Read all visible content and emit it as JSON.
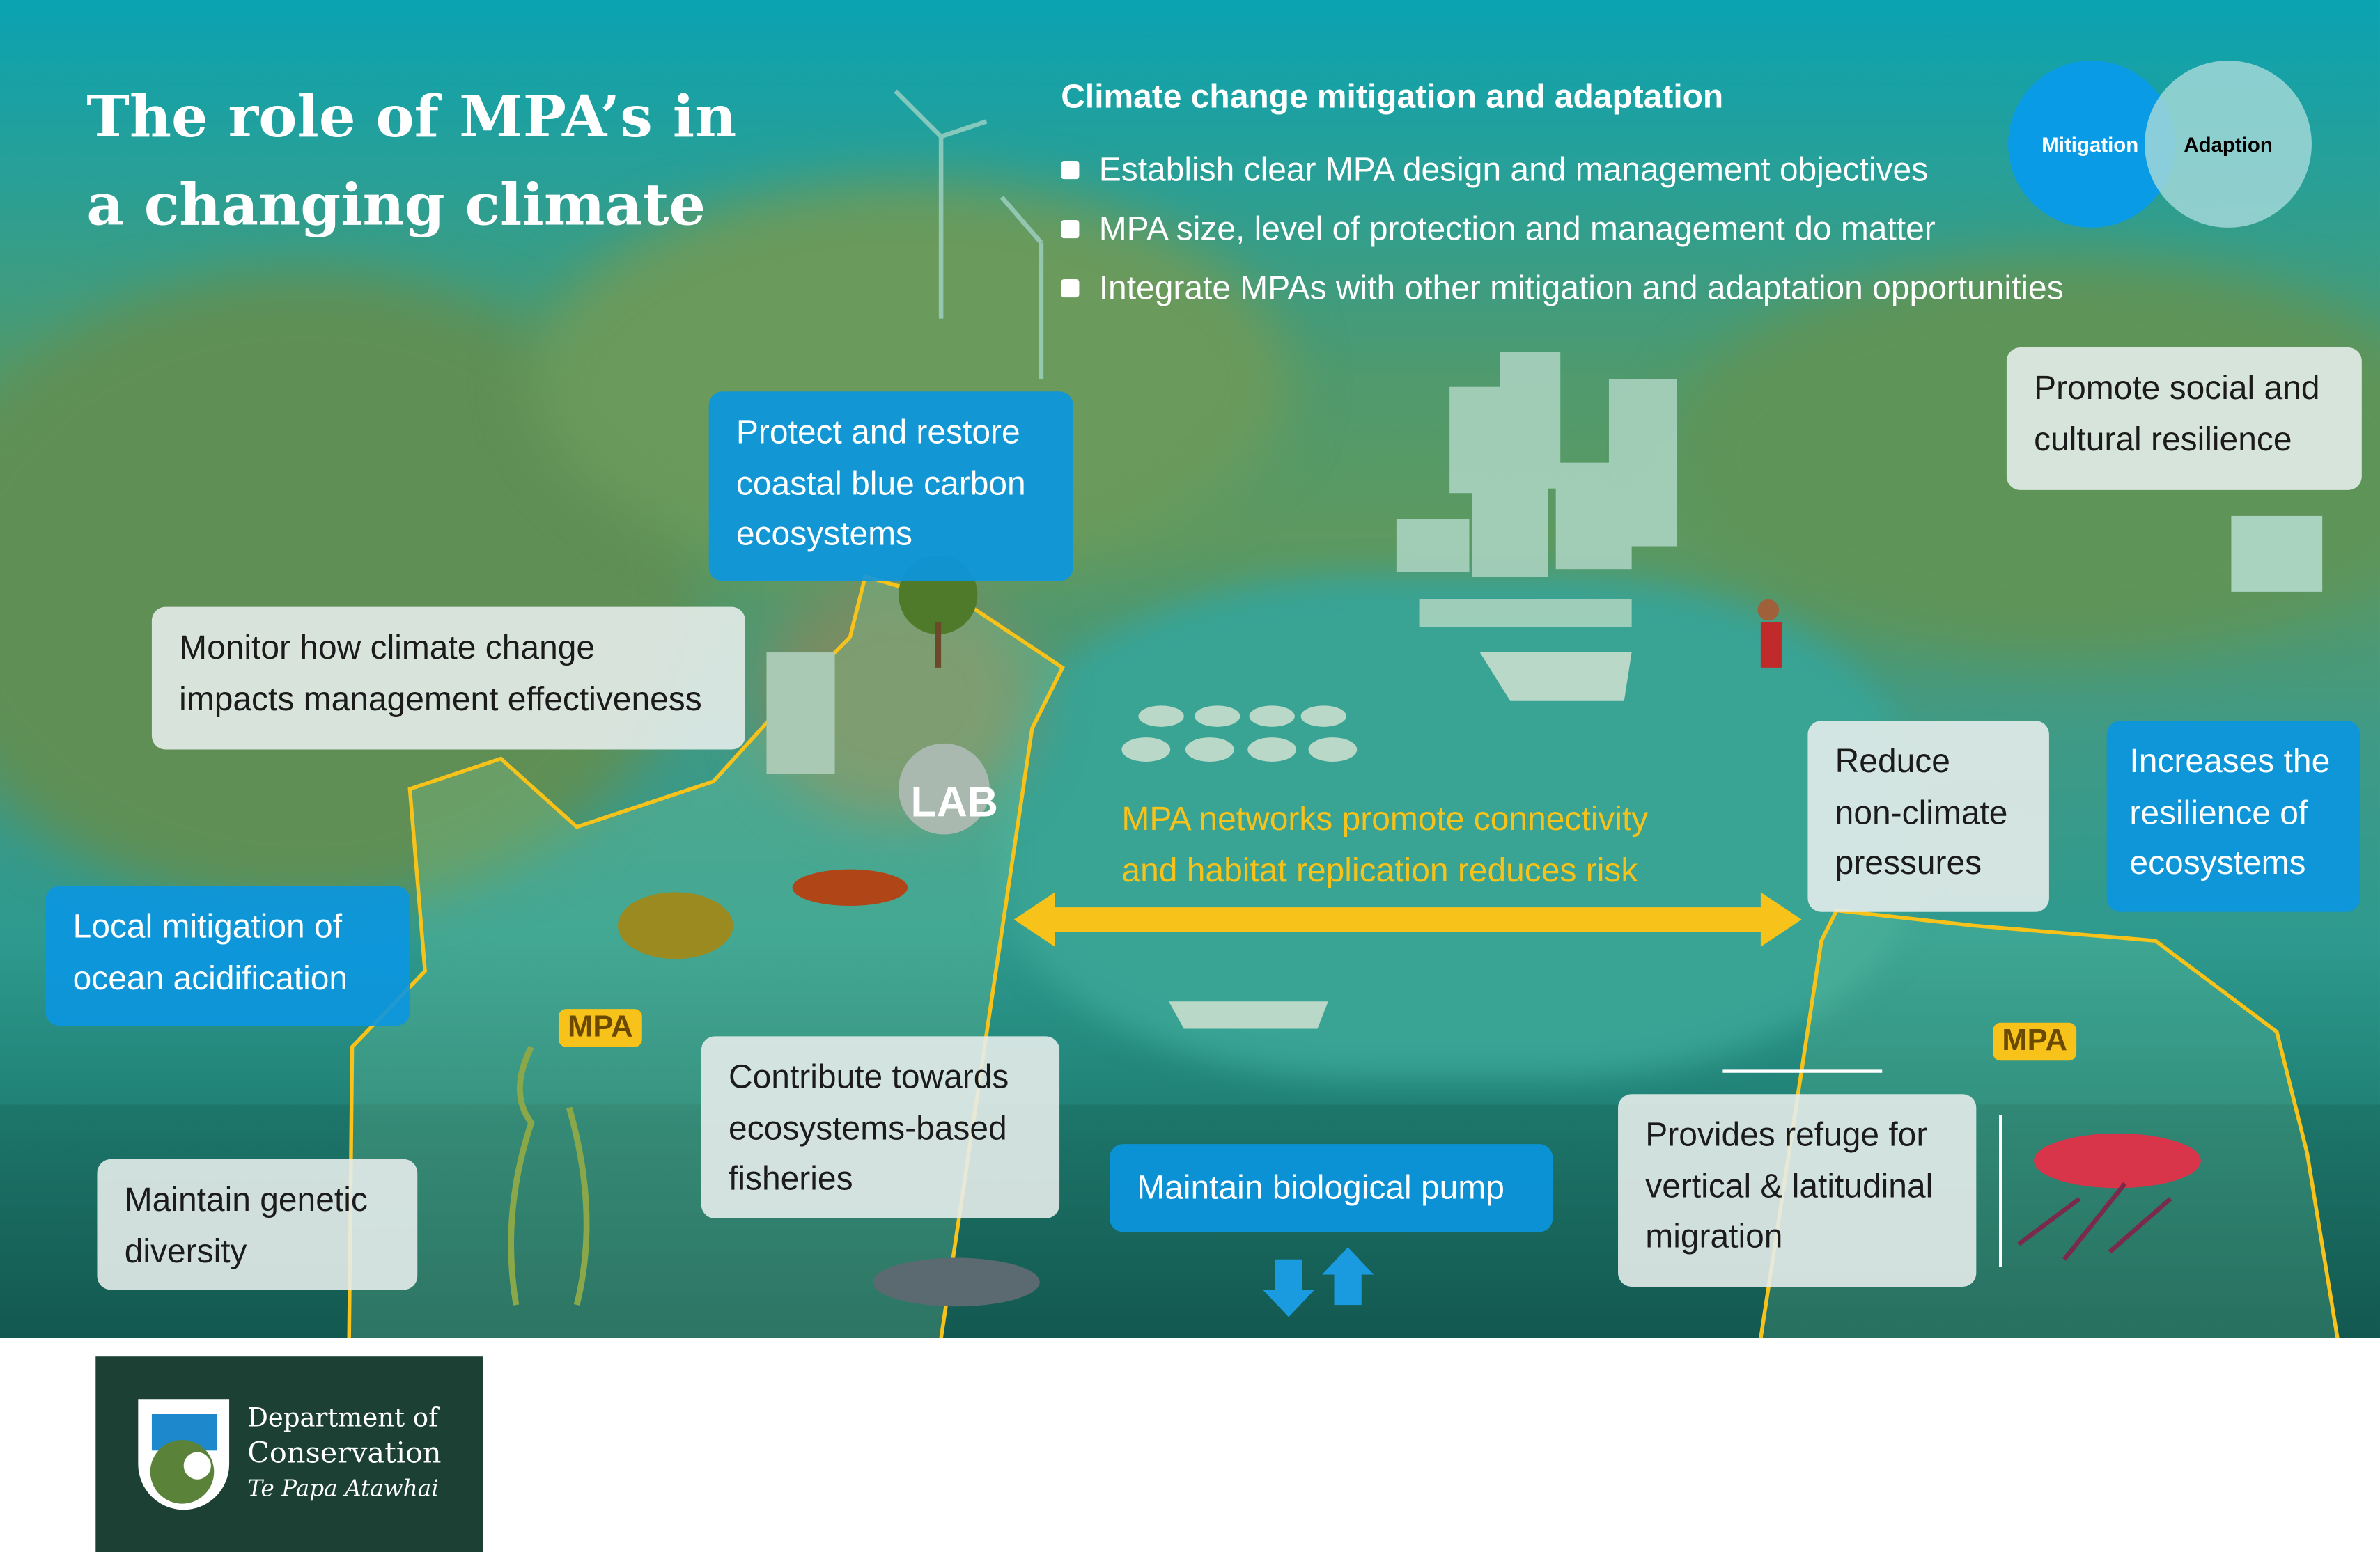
{
  "title": {
    "line1": "The role of MPA’s in",
    "line2": "a changing climate"
  },
  "header": {
    "heading": "Climate change mitigation and adaptation",
    "bullets": [
      "Establish clear MPA design and management objectives",
      "MPA size, level of protection and management do matter",
      "Integrate MPAs with other mitigation and adaptation opportunities"
    ]
  },
  "venn": {
    "left": "Mitigation",
    "right": "Adaption",
    "left_color": "#0a9be6",
    "right_color": "#8fcfcf"
  },
  "boxes": {
    "blue_carbon": "Protect and restore coastal blue carbon ecosystems",
    "monitor": "Monitor how climate change impacts management effectiveness",
    "social": "Promote social and cultural resilience",
    "acidification": "Local mitigation of ocean acidification",
    "reduce": "Reduce non-climate pressures",
    "resilience": "Increases the resilience of ecosystems",
    "fisheries": "Contribute towards ecosystems-based fisheries",
    "genetic": "Maintain genetic diversity",
    "pump": "Maintain biological pump",
    "refuge": "Provides refuge for vertical & latitudinal migration"
  },
  "mpa_labels": [
    "MPA",
    "MPA"
  ],
  "connectivity": {
    "line1": "MPA networks promote connectivity",
    "line2": "and habitat replication reduces risk",
    "color": "#f7c21a"
  },
  "lab_label": "LAB",
  "logo": {
    "line1": "Department of",
    "line2": "Conservation",
    "line3": "Te Papa Atawhai"
  }
}
